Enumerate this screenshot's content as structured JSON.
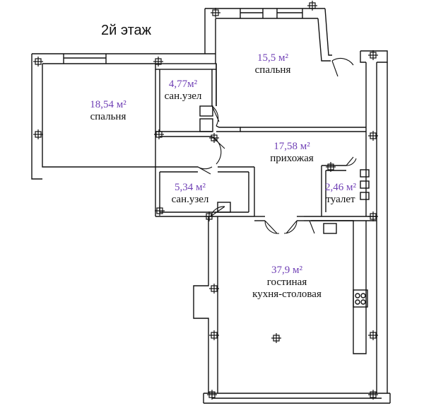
{
  "plan": {
    "title": "2й этаж",
    "rooms": [
      {
        "key": "bedroom_left",
        "area": "18,54 м²",
        "name": "спальня"
      },
      {
        "key": "bath_top",
        "area": "4,77м²",
        "name": "сан.узел"
      },
      {
        "key": "bedroom_top",
        "area": "15,5 м²",
        "name": "спальня"
      },
      {
        "key": "hall",
        "area": "17,58 м²",
        "name": "прихожая"
      },
      {
        "key": "bath_mid",
        "area": "5,34 м²",
        "name": "сан.узел"
      },
      {
        "key": "toilet",
        "area": "2,46 м²",
        "name": "туалет"
      },
      {
        "key": "living",
        "area": "37,9 м²",
        "name": "гостиная",
        "name2": "кухня-столовая"
      }
    ],
    "colors": {
      "area_text": "#6f3fb5",
      "walls": "#111111"
    }
  }
}
